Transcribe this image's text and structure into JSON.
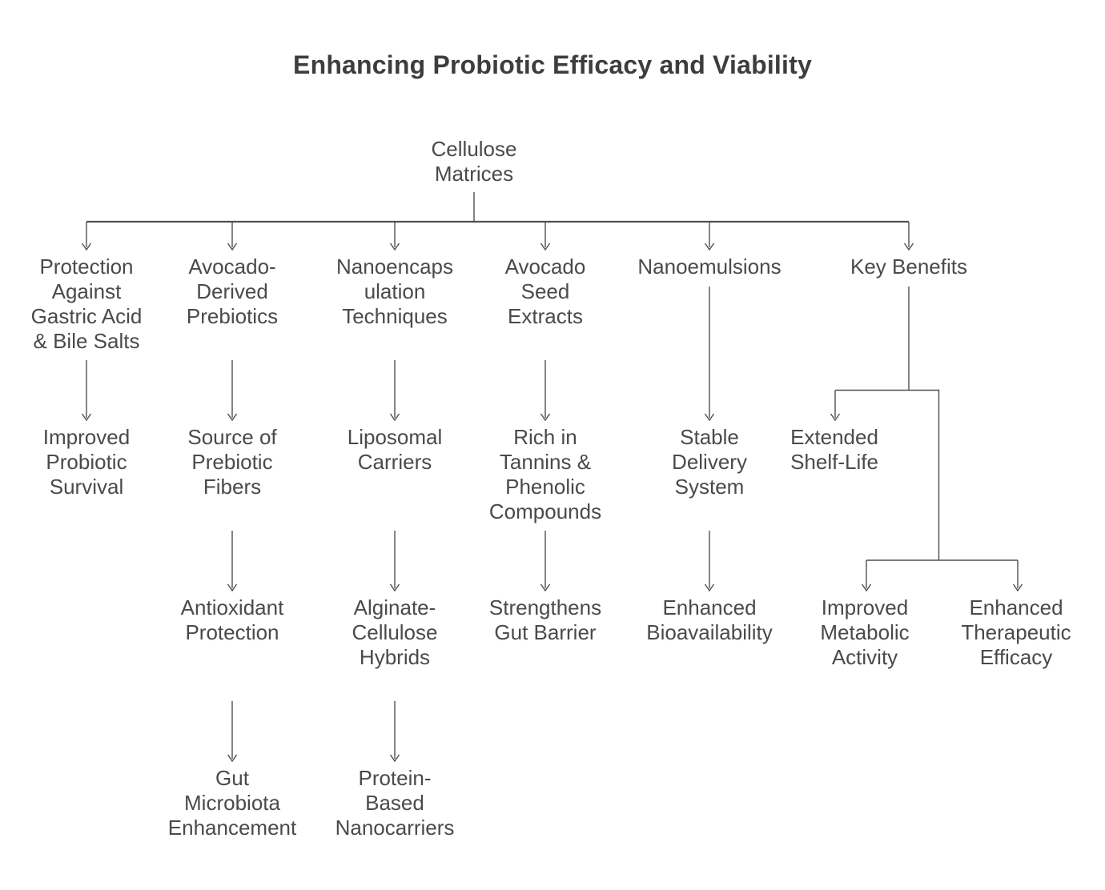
{
  "title": "Enhancing Probiotic Efficacy and Viability",
  "colors": {
    "title": "#3d3d3d",
    "text": "#4a4a4a",
    "line": "#4f4f4f"
  },
  "nodes": {
    "root": "Cellulose\nMatrices",
    "protection": "Protection\nAgainst\nGastric Acid\n& Bile Salts",
    "improved-survival": "Improved\nProbiotic\nSurvival",
    "avocado-prebiotics": "Avocado-\nDerived\nPrebiotics",
    "prebiotic-fibers": "Source of\nPrebiotic\nFibers",
    "antioxidant-protection": "Antioxidant\nProtection",
    "gut-microbiota": "Gut\nMicrobiota\nEnhancement",
    "nanoencapsulation": "Nanoencaps\nulation\nTechniques",
    "liposomal-carriers": "Liposomal\nCarriers",
    "alginate-hybrids": "Alginate-\nCellulose\nHybrids",
    "protein-nanocarriers": "Protein-\nBased\nNanocarriers",
    "avocado-seed": "Avocado\nSeed\nExtracts",
    "tannins-phenolic": "Rich in\nTannins &\nPhenolic\nCompounds",
    "gut-barrier": "Strengthens\nGut Barrier",
    "nanoemulsions": "Nanoemulsions",
    "stable-delivery": "Stable\nDelivery\nSystem",
    "bioavailability": "Enhanced\nBioavailability",
    "key-benefits": "Key Benefits",
    "shelf-life": "Extended\nShelf-Life",
    "metabolic-activity": "Improved\nMetabolic\nActivity",
    "therapeutic-efficacy": "Enhanced\nTherapeutic\nEfficacy"
  }
}
